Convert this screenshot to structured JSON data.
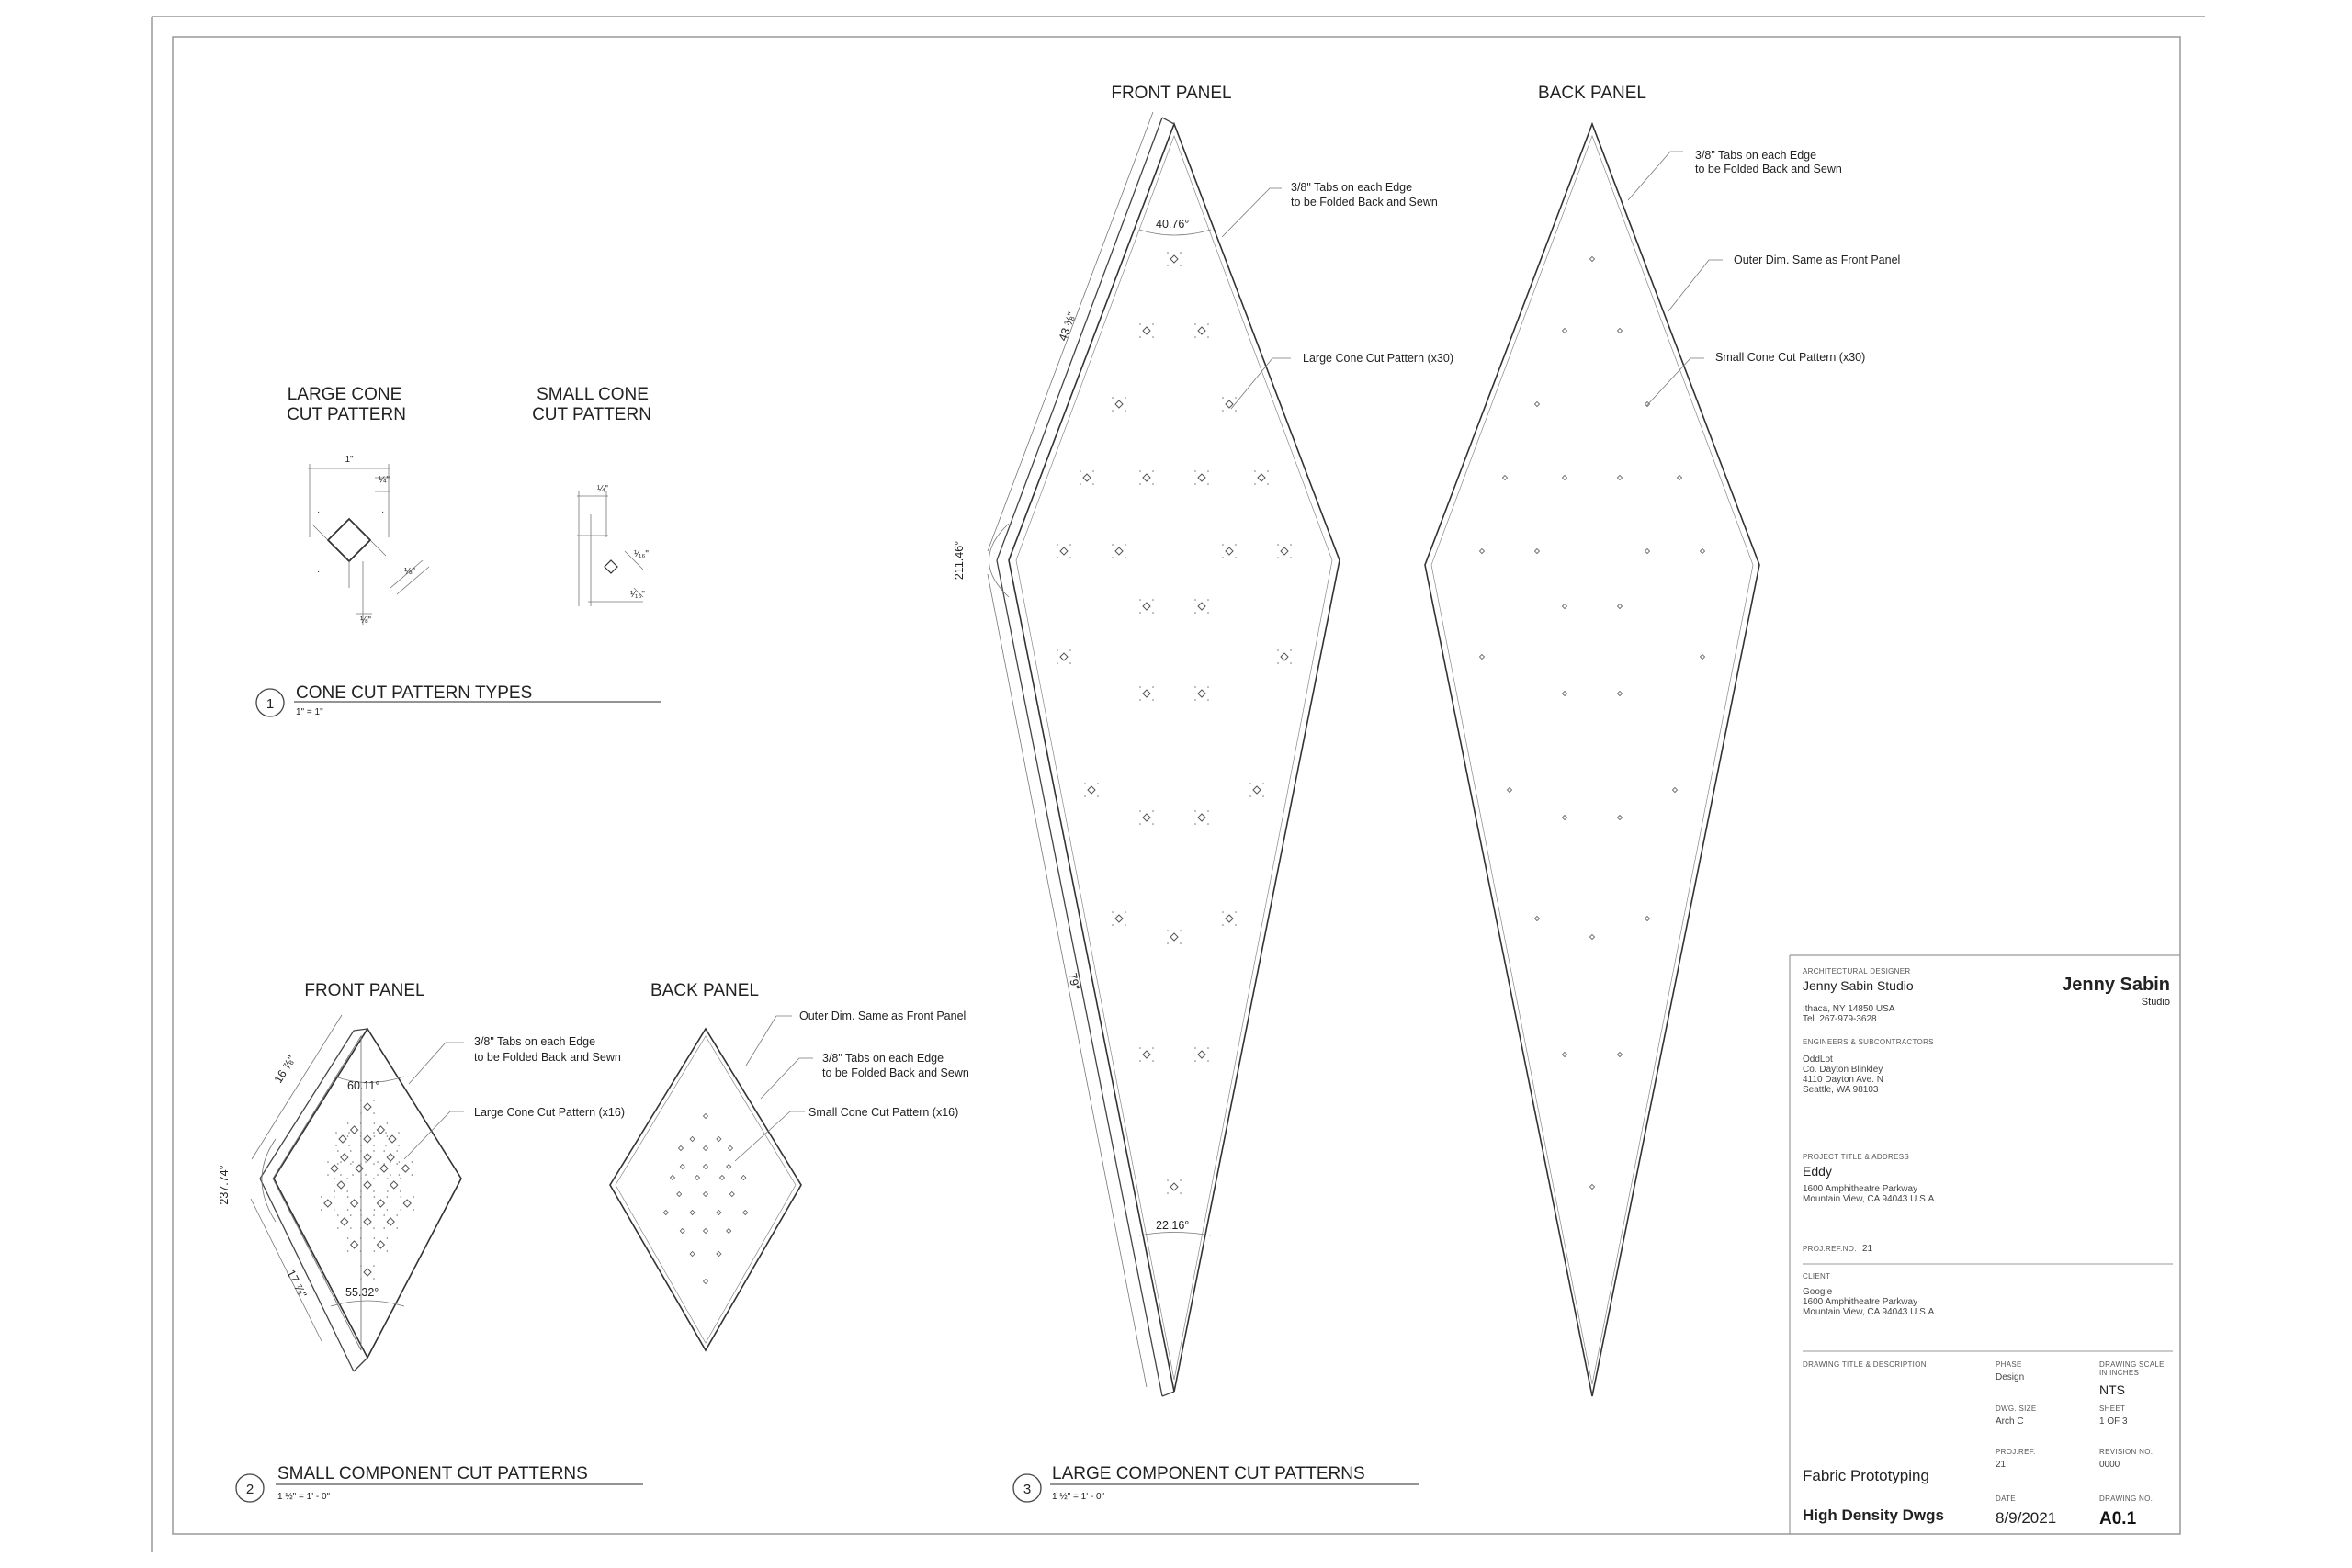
{
  "figure1": {
    "number": "1",
    "title": "CONE CUT PATTERN TYPES",
    "scale": "1\" = 1\"",
    "large_cone_title": [
      "LARGE CONE",
      "CUT PATTERN"
    ],
    "small_cone_title": [
      "SMALL CONE",
      "CUT PATTERN"
    ],
    "dims": {
      "width": "1\"",
      "quarter_top_large": "¼\"",
      "eighth_diag_large": "⅛\"",
      "eighth_bottom_large": "⅛\"",
      "quarter_top_small": "¼\"",
      "sixteenth_right_small": "¹⁄₁₆\"",
      "sixteenth_bottom_small": "¹⁄₁₆\""
    }
  },
  "figure2": {
    "number": "2",
    "title": "SMALL COMPONENT CUT PATTERNS",
    "scale": "1 ½\" = 1' - 0\"",
    "front_label": "FRONT PANEL",
    "back_label": "BACK PANEL",
    "dims": {
      "top_angle": "60.11°",
      "bottom_angle": "55.32°",
      "left_angle": "237.74°",
      "top_edge": "16 ⅞\"",
      "bottom_edge": "17 ⅞\""
    },
    "notes": {
      "tabs": [
        "3/8\" Tabs on each Edge",
        "to be Folded Back and Sewn"
      ],
      "large_cone": "Large Cone Cut Pattern (x16)",
      "outer_dim": "Outer Dim. Same as Front Panel",
      "small_cone": "Small Cone Cut Pattern (x16)"
    }
  },
  "figure3": {
    "number": "3",
    "title": "LARGE COMPONENT CUT PATTERNS",
    "scale": "1 ½\" = 1' - 0\"",
    "front_label": "FRONT PANEL",
    "back_label": "BACK PANEL",
    "dims": {
      "top_angle": "40.76°",
      "bottom_angle": "22.16°",
      "left_angle": "211.46°",
      "top_edge": "43 ⅜\"",
      "bottom_edge": "79\""
    },
    "notes": {
      "tabs": [
        "3/8\" Tabs on each Edge",
        "to be Folded Back and Sewn"
      ],
      "large_cone": "Large Cone Cut Pattern (x30)",
      "outer_dim": "Outer Dim. Same as Front Panel",
      "small_cone": "Small Cone Cut Pattern (x30)"
    }
  },
  "title_block": {
    "architect_label": "ARCHITECTURAL DESIGNER",
    "architect_name": "Jenny Sabin Studio",
    "architect_address": [
      "Ithaca, NY 14850 USA",
      "Tel. 267-979-3628"
    ],
    "logo": [
      "Jenny Sabin",
      "Studio"
    ],
    "engineers_label": "ENGINEERS & SUBCONTRACTORS",
    "engineers": [
      "OddLot",
      "Co. Dayton Blinkley",
      "4110 Dayton Ave. N",
      "Seattle, WA 98103"
    ],
    "project_label": "PROJECT TITLE & ADDRESS",
    "project_name": "Eddy",
    "project_address": [
      "1600 Amphitheatre Parkway",
      "Mountain View, CA 94043 U.S.A."
    ],
    "proj_ref_label": "PROJ.REF.NO.",
    "proj_ref": "21",
    "client_label": "CLIENT",
    "client": [
      "Google",
      "1600 Amphitheatre Parkway",
      "Mountain View, CA 94043 U.S.A."
    ],
    "drawing_title_label": "DRAWING TITLE & DESCRIPTION",
    "drawing_title": "Fabric Prototyping",
    "drawing_subtitle": "High Density Dwgs",
    "phase_label": "PHASE",
    "phase": "Design",
    "scale_label": [
      "DRAWING SCALE",
      "IN INCHES"
    ],
    "scale": "NTS",
    "dwg_size_label": "DWG. SIZE",
    "dwg_size": "Arch C",
    "sheet_label": "SHEET",
    "sheet": "1 OF 3",
    "proj_ref2_label": "PROJ.REF.",
    "proj_ref2": "21",
    "revision_label": "REVISION NO.",
    "revision": "0000",
    "date_label": "DATE",
    "date": "8/9/2021",
    "drawing_no_label": "DRAWING NO.",
    "drawing_no": "A0.1"
  }
}
